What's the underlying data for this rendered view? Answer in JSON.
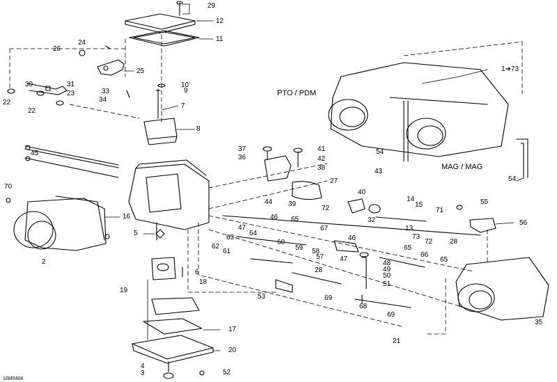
{
  "labels": {
    "n29": "29",
    "n12": "12",
    "n11": "11",
    "n24": "24",
    "n26": "26",
    "n25": "25",
    "n30": "30",
    "n31": "31",
    "n23": "23",
    "n22a": "22",
    "n22b": "22",
    "n33": "33",
    "n34": "34",
    "n10": "10",
    "n9": "9",
    "n7": "7",
    "n8": "8",
    "n45": "45",
    "n70": "70",
    "n16": "16",
    "n5": "5",
    "n2": "2",
    "n37": "37",
    "n36": "36",
    "n41": "41",
    "n42": "42",
    "n38": "38",
    "n43": "43",
    "n27": "27",
    "n44": "44",
    "n39": "39",
    "n72a": "72",
    "n40": "40",
    "n14": "14",
    "n15": "15",
    "n71": "71",
    "n55": "55",
    "n32": "32",
    "n13": "13",
    "n56": "56",
    "n73": "73",
    "n72b": "72",
    "n28a": "28",
    "n46a": "46",
    "n65a": "65",
    "n47a": "47",
    "n64": "64",
    "n67": "67",
    "n63": "63",
    "n62": "62",
    "n61": "61",
    "n60": "60",
    "n59": "59",
    "n58": "58",
    "n57": "57",
    "n46b": "46",
    "n47b": "47",
    "n65b": "65",
    "n66": "66",
    "n48": "48",
    "n49": "49",
    "n50": "50",
    "n51": "51",
    "n65c": "65",
    "n28b": "28",
    "n6": "6",
    "n18": "18",
    "n19": "19",
    "n53": "53",
    "n69a": "69",
    "n68": "68",
    "n69b": "69",
    "n35": "35",
    "n17": "17",
    "n20": "20",
    "n21": "21",
    "n4": "4",
    "n3": "3",
    "n52": "52",
    "n54a": "54",
    "n54b": "54",
    "n1": "1➔73"
  },
  "titles": {
    "pto": "PTO / PDM",
    "mag": "MAG / MAG"
  },
  "code": "16M0404"
}
